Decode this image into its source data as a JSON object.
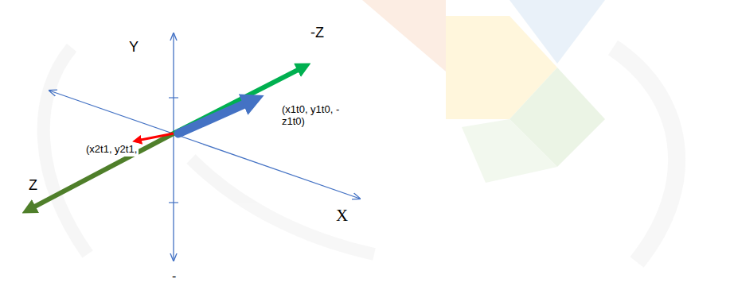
{
  "diagram": {
    "labels": [
      "Y",
      "-Z",
      "(x1t0, y1t0, -z1t0)",
      "(x2t1, y2t1,",
      "Z",
      "X",
      "-"
    ]
  }
}
